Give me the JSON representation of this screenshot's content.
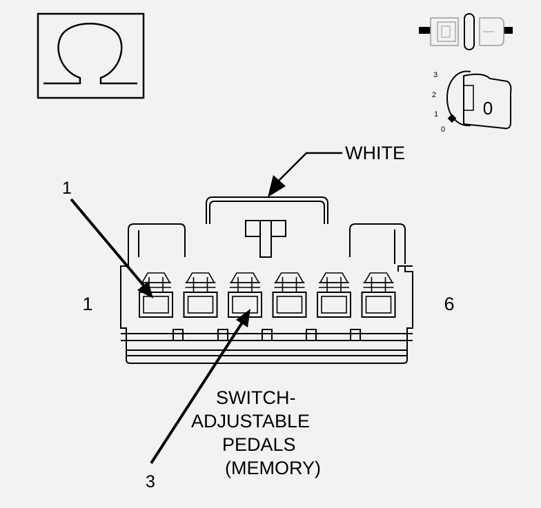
{
  "symbol": {
    "icon": "ohm-icon",
    "meaning": "resistance"
  },
  "connector": {
    "color_label": "WHITE",
    "pin_first": "1",
    "pin_last": "6",
    "pin_count": 6
  },
  "callouts": {
    "pin1_number": "1",
    "pin3_number": "3",
    "description_lines": [
      "SWITCH-",
      "ADJUSTABLE",
      "PEDALS",
      "(MEMORY)"
    ]
  },
  "ignition": {
    "icon": "ignition-key-icon",
    "key_position": "0",
    "positions": [
      "3",
      "2",
      "1",
      "0"
    ]
  },
  "disconnect": {
    "icon": "connector-disconnected-icon"
  }
}
